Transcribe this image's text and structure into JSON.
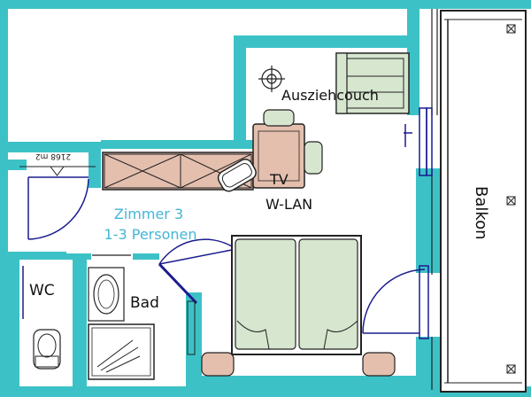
{
  "room": {
    "name": "Zimmer 3",
    "capacity": "1-3 Personen"
  },
  "labels": {
    "sofa_bed": "Ausziehcouch",
    "tv": "TV",
    "wifi": "W-LAN",
    "balcony": "Balkon",
    "wc": "WC",
    "bathroom": "Bad",
    "ceiling_marking": "2168 m2"
  },
  "colors": {
    "wall": "#3cc2c6",
    "room_label": "#44b6d6",
    "furniture_green": "#d6e6cf",
    "furniture_brown": "#e4bfae",
    "door_blue": "#1b1b8f",
    "line": "#222222"
  }
}
